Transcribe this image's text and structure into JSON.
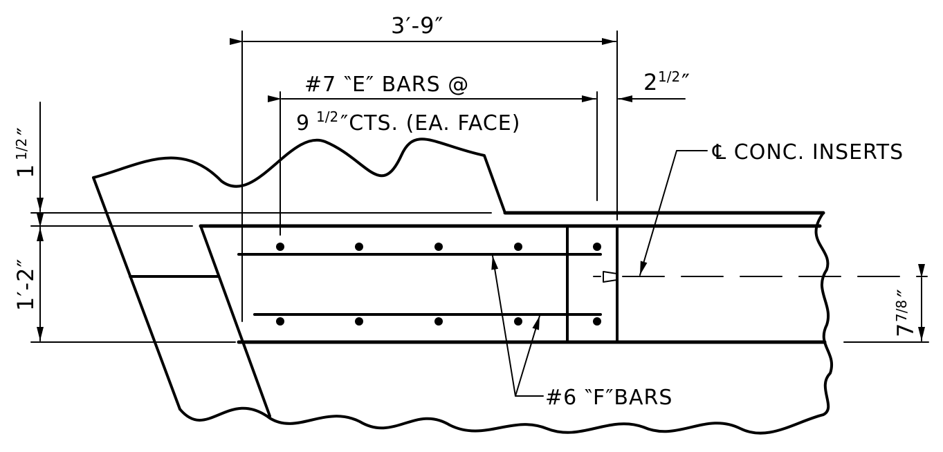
{
  "dimensions": {
    "overall_width": "3′-9″",
    "edge_offset_whole": "2",
    "edge_offset_frac": "1/2",
    "edge_offset_unit": "″",
    "top_cover_whole": "1",
    "top_cover_frac": "1/2",
    "top_cover_unit": "″",
    "slab_depth": "1′-2″",
    "insert_height_whole": "7",
    "insert_height_frac": "7/8",
    "insert_height_unit": "″"
  },
  "callouts": {
    "e_bars_line1": "#7 ‶E″ BARS @",
    "e_bars_spacing_whole": "9",
    "e_bars_spacing_frac": "1/2",
    "e_bars_spacing_rest": "″CTS. (EA. FACE)",
    "f_bars": "#6 ‶F″BARS",
    "inserts": "℄ CONC. INSERTS"
  }
}
